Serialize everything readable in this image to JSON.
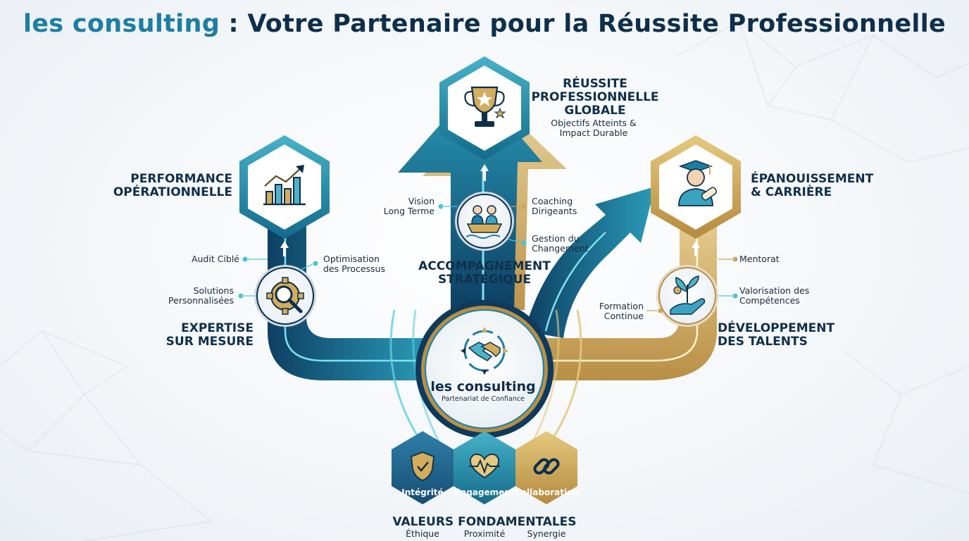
{
  "title": {
    "brand": "les consulting",
    "separator": " : ",
    "rest": "Votre Partenaire pour la Réussite Professionnelle"
  },
  "center": {
    "name": "les consulting",
    "tagline": "Partenariat de Confiance"
  },
  "top": {
    "title_lines": [
      "RÉUSSITE",
      "PROFESSIONNELLE",
      "GLOBALE"
    ],
    "sub_lines": [
      "Objectifs Atteints &",
      "Impact Durable"
    ]
  },
  "left": {
    "title_lines": [
      "PERFORMANCE",
      "OPÉRATIONNELLE"
    ]
  },
  "right": {
    "title_lines": [
      "ÉPANOUISSEMENT",
      "& CARRIÈRE"
    ]
  },
  "expertise": {
    "title_lines": [
      "EXPERTISE",
      "SUR MESURE"
    ],
    "items": [
      [
        "Audit Ciblé"
      ],
      [
        "Optimisation",
        "des Processus"
      ],
      [
        "Solutions",
        "Personnalisées"
      ]
    ]
  },
  "strategic": {
    "title_lines": [
      "ACCOMPAGNEMENT",
      "STRATÉGIQUE"
    ],
    "items": [
      [
        "Vision",
        "Long Terme"
      ],
      [
        "Coaching",
        "Dirigeants"
      ],
      [
        "Gestion du",
        "Changement"
      ]
    ]
  },
  "talents": {
    "title_lines": [
      "DÉVELOPPEMENT",
      "DES TALENTS"
    ],
    "items": [
      [
        "Mentorat"
      ],
      [
        "Valorisation des",
        "Compétences"
      ],
      [
        "Formation",
        "Continue"
      ]
    ]
  },
  "values": {
    "title": "VALEURS FONDAMENTALES",
    "hexes": [
      "Intégrité",
      "Engagement",
      "Collaboration"
    ],
    "subs": [
      "Éthique",
      "Proximité",
      "Synergie"
    ]
  },
  "colors": {
    "teal": "#1d7ea3",
    "navy": "#0e2f4c",
    "gold": "#c9a65b",
    "cyan": "#4cc4d6"
  },
  "icons": [
    "trophy-icon",
    "chart-icon",
    "graduate-icon",
    "gear-search-icon",
    "team-boat-icon",
    "plant-hand-icon",
    "handshake-icon",
    "shield-icon",
    "heartbeat-icon",
    "chain-icon"
  ]
}
